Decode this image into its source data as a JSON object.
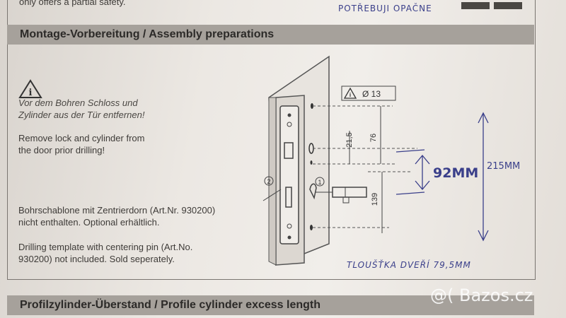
{
  "top": {
    "text": "only offers a partial safety.",
    "handwriting": "POTŘEBUJI OPAČNE"
  },
  "section1": {
    "title": "Montage-Vorbereitung / Assembly preparations"
  },
  "instructions": {
    "de_remove": "Vor dem Bohren Schloss und Zylinder aus der Tür entfernen!",
    "en_remove": "Remove lock and cylinder from the door prior drilling!",
    "de_template": "Bohrschablone mit Zentrierdorn (Art.Nr. 930200) nicht enthalten. Optional erhältlich.",
    "en_template": "Drilling template with centering pin (Art.No. 930200) not included. Sold seperately."
  },
  "diagram": {
    "diameter": "Ø 13",
    "dim_21_5": "21,5",
    "dim_76": "76",
    "dim_139": "139",
    "step1": "1",
    "step2": "2"
  },
  "handwriting": {
    "dim_92": "92MM",
    "dim_215": "215MM",
    "thickness": "TLOUŠŤKA DVEŘÍ 79,5MM"
  },
  "section2": {
    "title": "Profilzylinder-Überstand / Profile cylinder excess length"
  },
  "watermark": "@( Bazos.cz"
}
